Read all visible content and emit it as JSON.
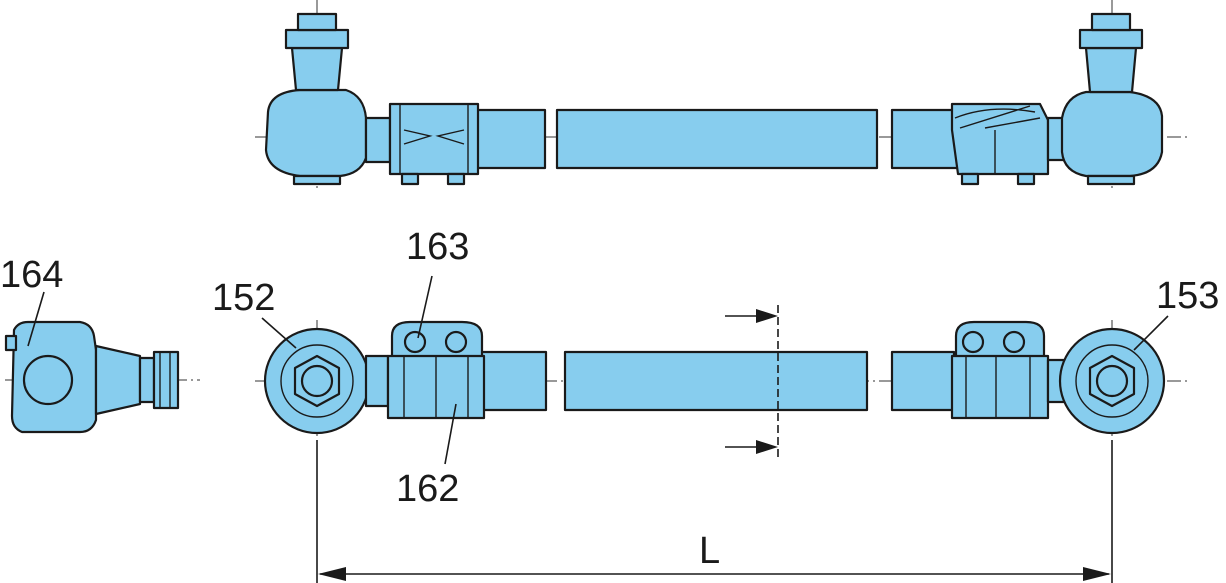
{
  "labels": {
    "p164": "164",
    "p152": "152",
    "p163": "163",
    "p153": "153",
    "p162": "162",
    "dim_L": "L"
  },
  "colors": {
    "part_fill": "#87cdee",
    "outline": "#1a1a1a"
  }
}
